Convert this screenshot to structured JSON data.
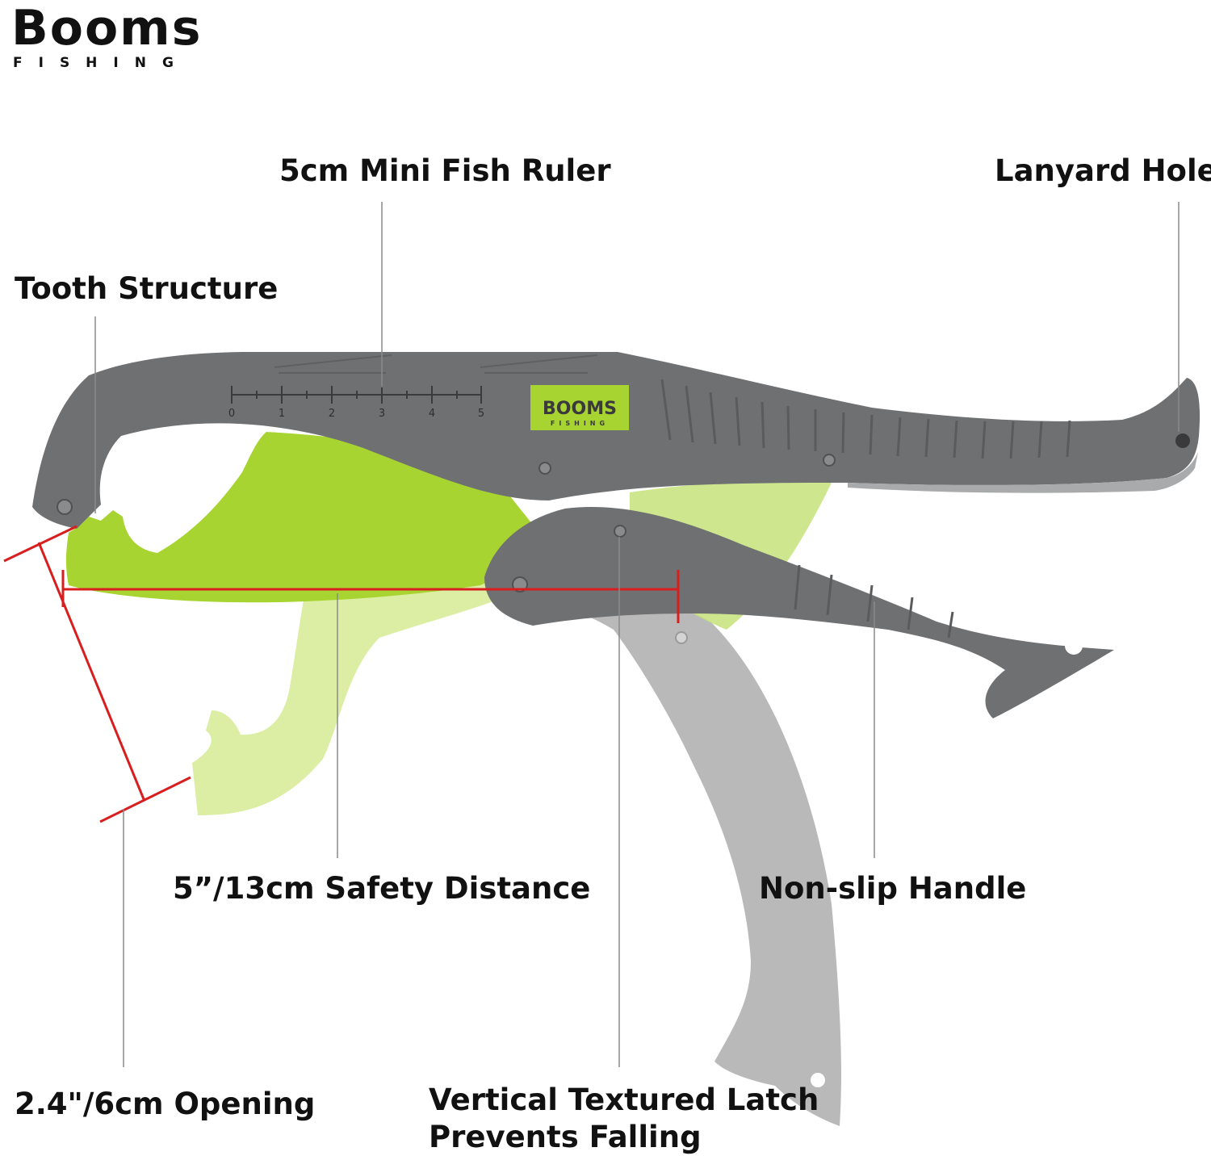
{
  "brand": {
    "name": "Booms",
    "sub": "FISHING",
    "badge_name": "BOOMS",
    "badge_sub": "FISHING"
  },
  "colors": {
    "body_gray": "#6f7072",
    "ghost_gray": "#b9b9ba",
    "jaw_green": "#a8d431",
    "ghost_green": "#dbeea3",
    "measure_red": "#d81e1e",
    "leader_gray": "#8a8a8a"
  },
  "ruler": {
    "ticks": [
      "0",
      "1",
      "2",
      "3",
      "4",
      "5"
    ]
  },
  "labels": {
    "ruler": "5cm Mini Fish Ruler",
    "lanyard": "Lanyard Hole",
    "tooth": "Tooth Structure",
    "safety": "5”/13cm Safety Distance",
    "handle": "Non-slip Handle",
    "opening": "2.4\"/6cm Opening",
    "latch_line1": "Vertical Textured Latch",
    "latch_line2": "Prevents Falling"
  }
}
